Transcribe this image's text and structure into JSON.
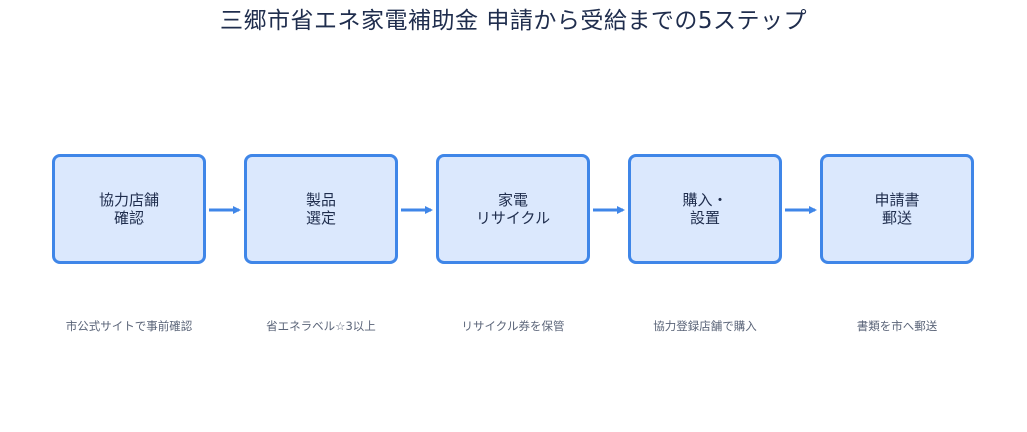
{
  "title": "三郷市省エネ家電補助金 申請から受給までの5ステップ",
  "colors": {
    "box_fill": "#dbe8fd",
    "box_border": "#3f86e8",
    "arrow": "#3f86e8",
    "title_text": "#1f2d4d",
    "note_text": "#5a6478"
  },
  "steps": [
    {
      "label": "協力店舗\n確認",
      "note": "市公式サイトで事前確認"
    },
    {
      "label": "製品\n選定",
      "note": "省エネラベル☆3以上"
    },
    {
      "label": "家電\nリサイクル",
      "note": "リサイクル券を保管"
    },
    {
      "label": "購入・\n設置",
      "note": "協力登録店舗で購入"
    },
    {
      "label": "申請書\n郵送",
      "note": "書類を市へ郵送"
    }
  ]
}
